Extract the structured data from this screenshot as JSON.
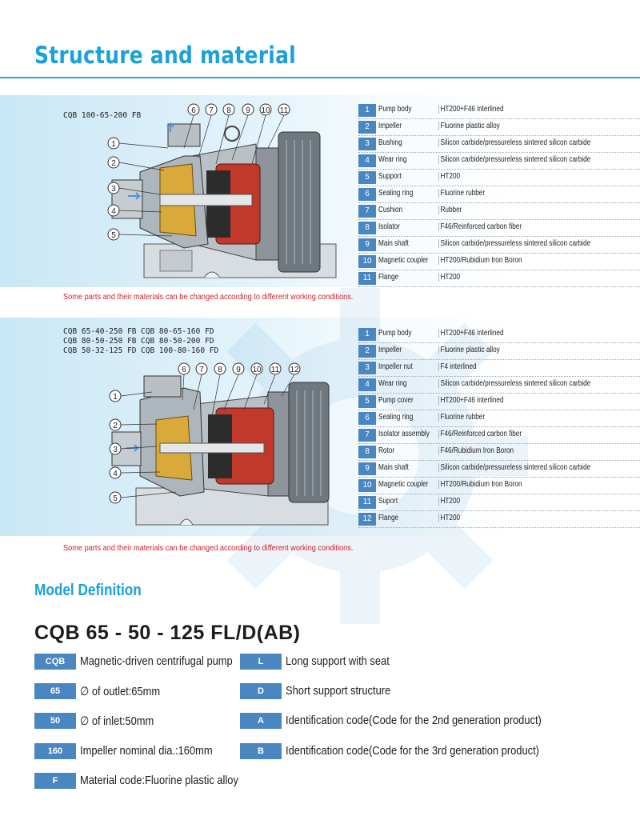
{
  "header": {
    "title": "Structure and material"
  },
  "section1": {
    "models": [
      "CQB 100-65-200 FB"
    ],
    "note": "Some parts and their materials can be changed according to different working conditions.",
    "callouts_left": [
      "1",
      "2",
      "3",
      "4",
      "5"
    ],
    "callouts_top": [
      "6",
      "7",
      "8",
      "9",
      "10",
      "11"
    ],
    "parts": [
      {
        "num": "1",
        "name": "Pump body",
        "material": "HT200+F46 interlined"
      },
      {
        "num": "2",
        "name": "Impeller",
        "material": "Fluorine plastic alloy"
      },
      {
        "num": "3",
        "name": "Bushing",
        "material": "Silicon carbide/pressureless sintered silicon carbide"
      },
      {
        "num": "4",
        "name": "Wear ring",
        "material": "Silicon carbide/pressureless sintered silicon carbide"
      },
      {
        "num": "5",
        "name": "Support",
        "material": "HT200"
      },
      {
        "num": "6",
        "name": "Sealing ring",
        "material": "Fluorine rubber"
      },
      {
        "num": "7",
        "name": "Cushion",
        "material": "Rubber"
      },
      {
        "num": "8",
        "name": "Isolator",
        "material": "F46/Reinforced carbon fiber"
      },
      {
        "num": "9",
        "name": "Main shaft",
        "material": "Silicon carbide/pressureless sintered silicon carbide"
      },
      {
        "num": "10",
        "name": "Magnetic coupler",
        "material": "HT200/Rubidium Iron Boron"
      },
      {
        "num": "11",
        "name": "Flange",
        "material": "HT200"
      }
    ]
  },
  "section2": {
    "models_col1": [
      "CQB 65-40-250 FB",
      "CQB 80-50-250 FB",
      "CQB 50-32-125 FD"
    ],
    "models_col2": [
      "CQB 80-65-160 FD",
      "CQB 80-50-200 FD",
      "CQB 100-80-160 FD"
    ],
    "note": "Some parts and their materials can be changed according to different working conditions.",
    "callouts_left": [
      "1",
      "2",
      "3",
      "4",
      "5"
    ],
    "callouts_top": [
      "6",
      "7",
      "8",
      "9",
      "10",
      "11",
      "12"
    ],
    "parts": [
      {
        "num": "1",
        "name": "Pump body",
        "material": "HT200+F46 interlined"
      },
      {
        "num": "2",
        "name": "Impeller",
        "material": "Fluorine plastic alloy"
      },
      {
        "num": "3",
        "name": "Impeller nut",
        "material": "F4 interlined"
      },
      {
        "num": "4",
        "name": "Wear ring",
        "material": "Silicon carbide/pressureless sintered silicon carbide"
      },
      {
        "num": "5",
        "name": "Pump cover",
        "material": "HT200+F46 interlined"
      },
      {
        "num": "6",
        "name": "Sealing ring",
        "material": "Fluorine rubber"
      },
      {
        "num": "7",
        "name": "Isolator assembly",
        "material": "F46/Reinforced carbon fiber"
      },
      {
        "num": "8",
        "name": "Rotor",
        "material": "F46/Rubidium Iron Boron"
      },
      {
        "num": "9",
        "name": "Main shaft",
        "material": "Silicon carbide/pressureless sintered silicon carbide"
      },
      {
        "num": "10",
        "name": "Magnetic coupler",
        "material": "HT200/Rubidium Iron Boron"
      },
      {
        "num": "11",
        "name": "Suport",
        "material": "HT200"
      },
      {
        "num": "12",
        "name": "Flange",
        "material": "HT200"
      }
    ]
  },
  "model_definition": {
    "title": "Model Definition",
    "code": "CQB 65 - 50 - 125 FL/D(AB)",
    "left_items": [
      {
        "code": "CQB",
        "text": "Magnetic-driven centrifugal pump"
      },
      {
        "code": "65",
        "text": "∅ of outlet:65mm"
      },
      {
        "code": "50",
        "text": "∅ of inlet:50mm"
      },
      {
        "code": "160",
        "text": "Impeller nominal dia.:160mm"
      },
      {
        "code": "F",
        "text": "Material code:Fluorine plastic alloy"
      }
    ],
    "right_items": [
      {
        "code": "L",
        "text": "Long support with seat"
      },
      {
        "code": "D",
        "text": "Short support structure"
      },
      {
        "code": "A",
        "text": "Identification code(Code for the 2nd generation product)"
      },
      {
        "code": "B",
        "text": "Identification code(Code for the 3rd generation product)"
      }
    ]
  },
  "colors": {
    "accent": "#1aa0db",
    "badge": "#4a86c0",
    "note": "#d0202a",
    "rotor": "#c0392b"
  }
}
